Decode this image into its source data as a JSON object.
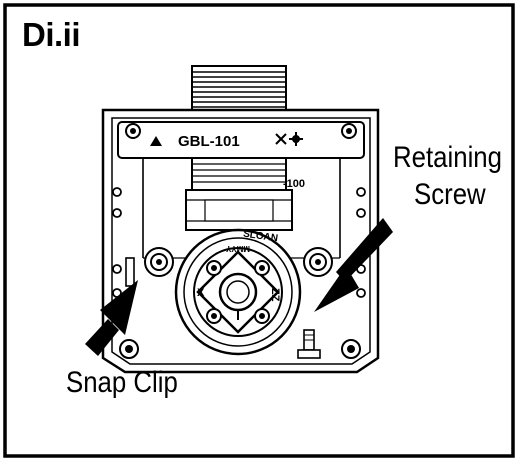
{
  "figure": {
    "step_label": "Di.ii",
    "callouts": {
      "retaining_line1": "Retaining",
      "retaining_line2": "Screw",
      "snap_clip": "Snap Clip"
    },
    "part_number": "GBL-101",
    "part_suffix": "-100",
    "brand": "SLOAN",
    "brand_inverted": "MMYY"
  }
}
